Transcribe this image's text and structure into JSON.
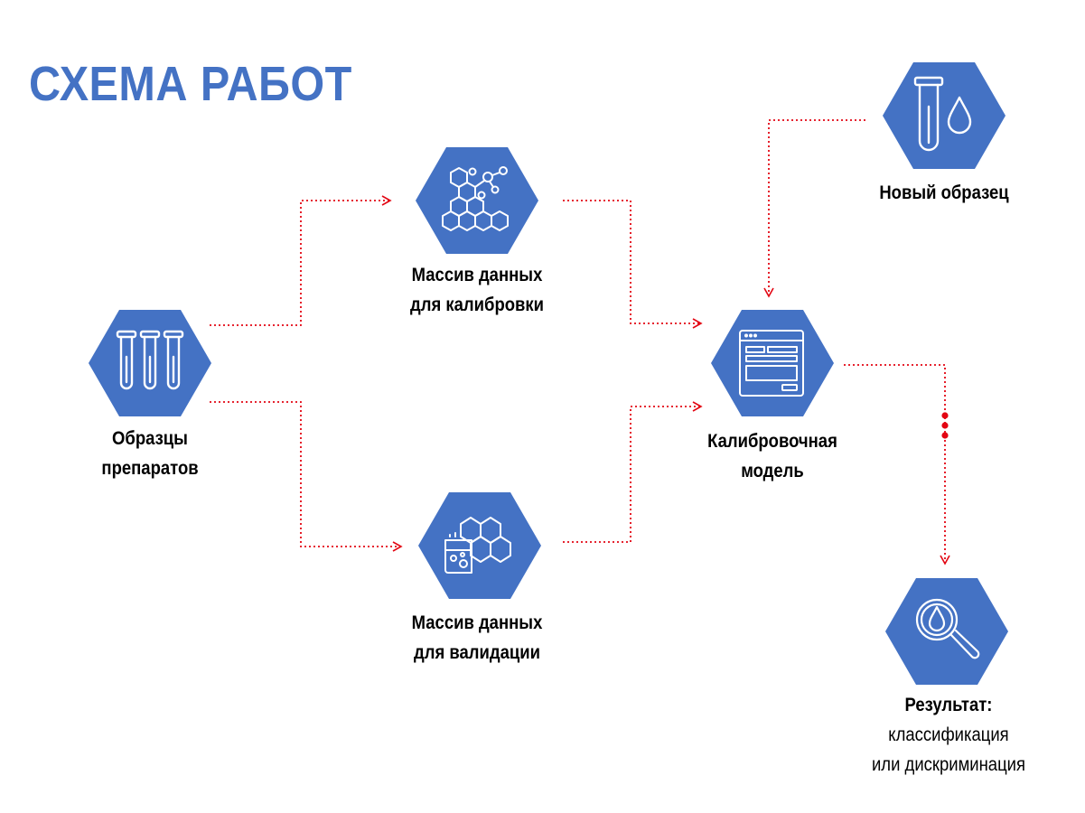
{
  "title": "СХЕМА РАБОТ",
  "colors": {
    "hexagon": "#4472c4",
    "arrow": "#e30613",
    "title": "#4472c4"
  },
  "nodes": {
    "samples": {
      "line1": "Образцы",
      "line2": "препаратов",
      "icon": "test-tubes-icon"
    },
    "calibration_set": {
      "line1": "Массив данных",
      "line2": "для калибровки",
      "icon": "molecule-icon"
    },
    "validation_set": {
      "line1": "Массив данных",
      "line2": "для валидации",
      "icon": "beaker-hexagons-icon"
    },
    "model": {
      "line1": "Калибровочная",
      "line2": "модель",
      "icon": "app-window-icon"
    },
    "new_sample": {
      "line1": "Новый образец",
      "icon": "test-tube-drop-icon"
    },
    "result": {
      "line1": "Результат:",
      "line2": "классификация",
      "line3": "или дискриминация",
      "icon": "magnifier-drop-icon"
    }
  }
}
